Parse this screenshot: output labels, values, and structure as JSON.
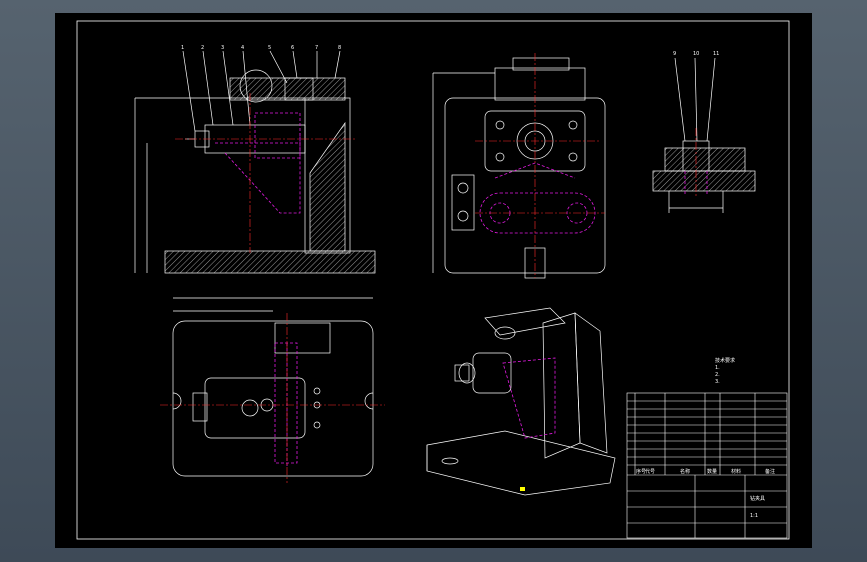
{
  "drawing": {
    "balloons": [
      "1",
      "2",
      "3",
      "4",
      "5",
      "6",
      "7",
      "8",
      "9",
      "10",
      "11"
    ],
    "tech_notes_title": "技术要求",
    "tech_notes": [
      "1.",
      "2.",
      "3."
    ],
    "title_block": {
      "part_name": "钻夹具",
      "scale": "1:1",
      "header_cols": [
        "序号",
        "代号",
        "名称",
        "数量",
        "材料",
        "备注"
      ]
    }
  },
  "colors": {
    "frame": "#ffffff",
    "centerline": "#ff2b2b",
    "hidden": "#e11be0",
    "hatch": "#ffffff",
    "accent_yellow": "#ffff00"
  }
}
